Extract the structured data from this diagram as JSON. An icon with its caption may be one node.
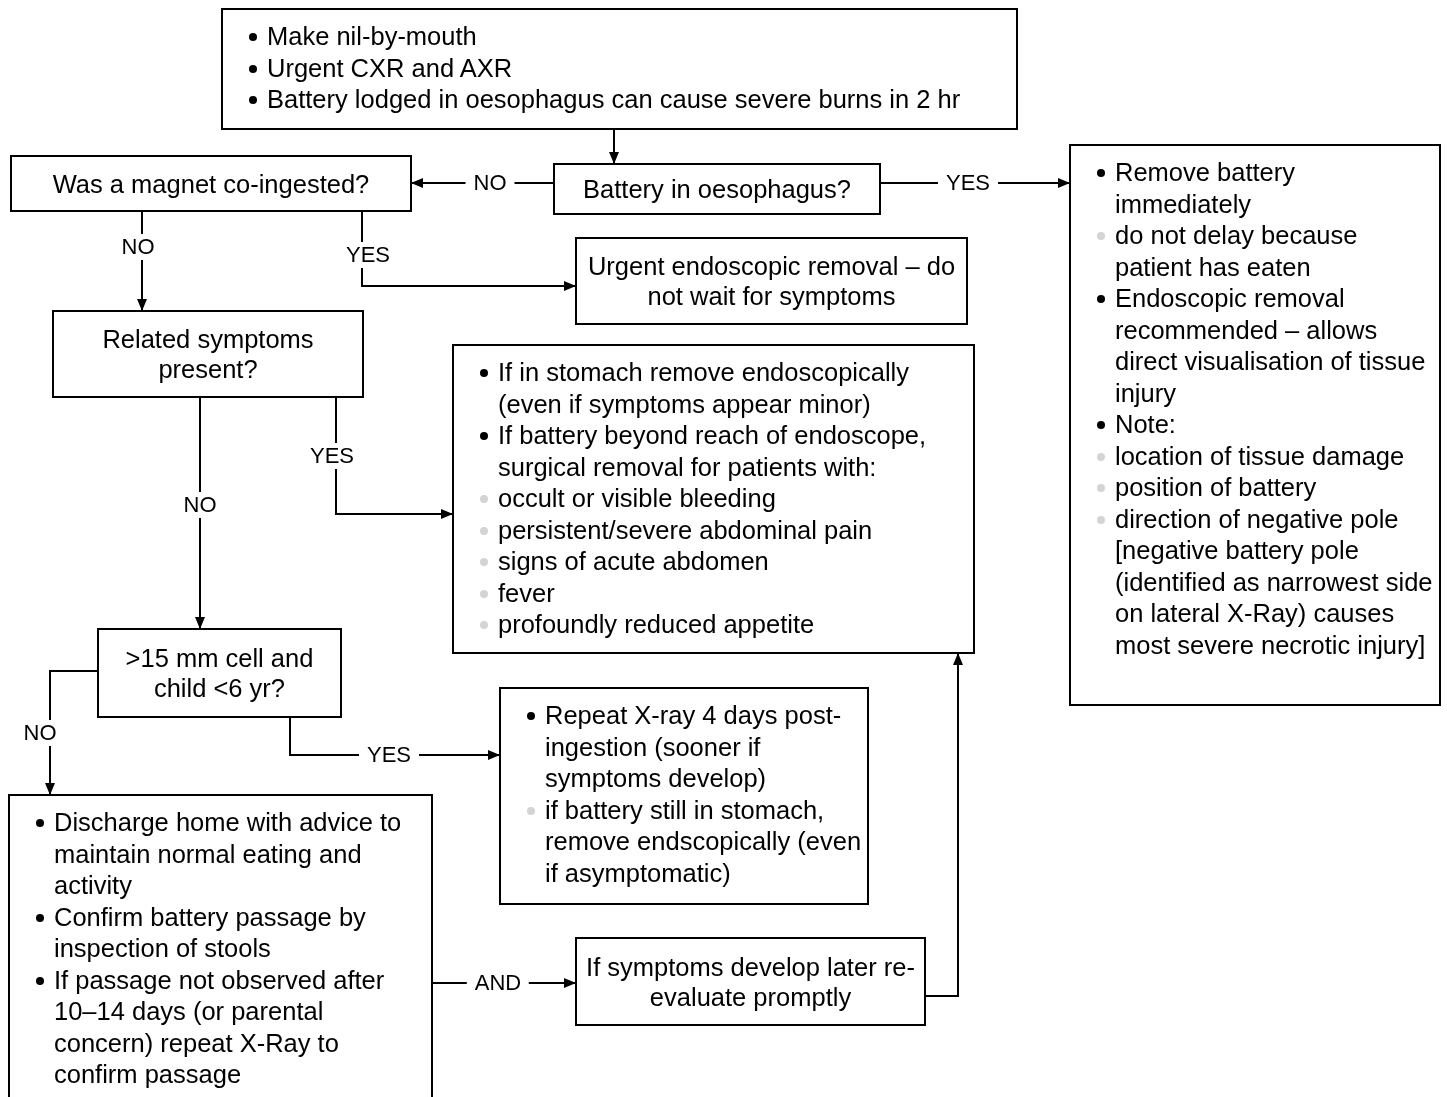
{
  "diagram": {
    "nodes": [
      {
        "text": [
          "Make nil-by-mouth",
          "Urgent CXR and AXR",
          "Battery lodged in oesophagus can cause severe burns in 2 hr"
        ]
      },
      {
        "text": [
          "Battery in oesophagus?"
        ]
      },
      {
        "text": [
          "Was a magnet co-ingested?"
        ]
      },
      {
        "text": [
          "Remove battery immediately",
          "do not delay because patient has eaten",
          "Endoscopic removal recommended –  allows direct visualisation of tissue injury",
          "Note:",
          "location of tissue damage",
          "position of battery",
          "direction of negative pole [negative battery pole (identified as narrowest side on lateral X-Ray) causes most severe necrotic injury]"
        ]
      },
      {
        "text": [
          "Urgent endoscopic removal – do not wait for symptoms"
        ]
      },
      {
        "text": [
          "Related symptoms present?"
        ]
      },
      {
        "text": [
          "If in stomach remove endoscopically (even if symptoms appear minor)",
          "If battery beyond reach of endoscope, surgical removal for patients with:",
          "occult or visible bleeding",
          "persistent/severe abdominal pain",
          "signs of acute abdomen",
          "fever",
          "profoundly reduced appetite"
        ]
      },
      {
        "text": [
          ">15 mm cell and child <6 yr?"
        ]
      },
      {
        "text": [
          "Repeat X-ray 4 days post-ingestion (sooner if symptoms develop)",
          "if battery still in stomach, remove endscopically (even if asymptomatic)"
        ]
      },
      {
        "text": [
          "Discharge home with advice to maintain normal eating and activity",
          "Confirm battery passage by inspection of stools",
          "If passage not observed after 10–14 days (or parental concern) repeat X-Ray to confirm passage"
        ]
      },
      {
        "text": [
          "If symptoms develop later re-evaluate promptly"
        ]
      }
    ],
    "edges": [
      {
        "from": 0,
        "to": 1,
        "arrow": "to"
      },
      {
        "from": 1,
        "to": 2,
        "arrow": "to",
        "label": "NO"
      },
      {
        "from": 1,
        "to": 3,
        "arrow": "to",
        "label": "YES"
      },
      {
        "from": 2,
        "to": 5,
        "arrow": "to",
        "label": "NO"
      },
      {
        "from": 2,
        "to": 4,
        "arrow": "to",
        "label": "YES"
      },
      {
        "from": 5,
        "to": 7,
        "arrow": "to",
        "label": "NO"
      },
      {
        "from": 5,
        "to": 6,
        "arrow": "to",
        "label": "YES"
      },
      {
        "from": 7,
        "to": 9,
        "arrow": "to",
        "label": "NO"
      },
      {
        "from": 7,
        "to": 8,
        "arrow": "to",
        "label": "YES"
      },
      {
        "from": 9,
        "to": 10,
        "arrow": "to",
        "label": "AND"
      },
      {
        "from": 10,
        "to": 6,
        "arrow": "to"
      }
    ]
  }
}
